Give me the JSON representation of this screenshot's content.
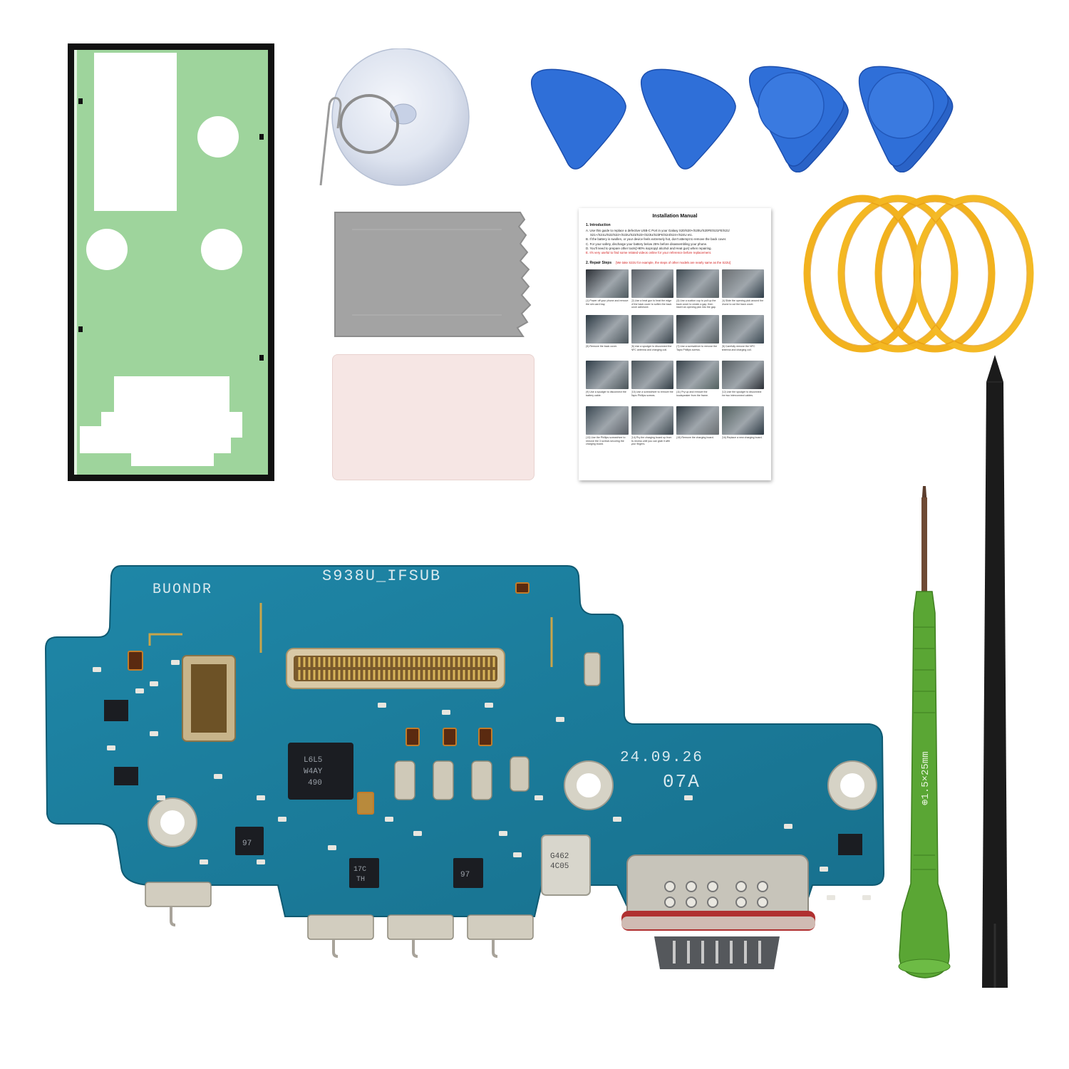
{
  "manual": {
    "title": "Installation Manual",
    "intro_heading": "1. Introduction",
    "intro_lines": [
      "A. Use this guide to replace a defective USB-C Port in your Galaxy S20/S20+/S20U/S20FE/S21FE/S21/",
      "S21+/S21U/S22/S22+/S22U/S23/S23+/S23U/S23FE/S24/S24+/S24U etc.",
      "B. If the battery is swollen, or your device feels extremely hot, don't attempt to remove the back cover.",
      "C. For your safety, discharge your battery below 25% before disassembling your phone.",
      "D. You'll need to prepare other tools(>90% isopropyl alcohol and Heat gun) when repairing.",
      "E. It's very useful to find some related videos online for your reference before replacement."
    ],
    "steps_heading": "2. Repair Steps",
    "steps_note": "[We take S22U for example, the steps of other models are nearly same as the S22U]",
    "step_captions": [
      "(1) Power off your phone and remove the sim card tray.",
      "(2) Use a heat gun to heat the edge of the back cover to soften the back cover adhesive.",
      "(3) Use a suction cup to pull up the back cover to create a gap, then insert an opening pick into the gap.",
      "(4) Slide the opening pick around the phone to cut the back cover.",
      "(5) Remove the back cover.",
      "(6) Use a spudger to disconnect the NFC antenna and charging coil.",
      "(7) Use a screwdriver to remove the Tapic Phillips screws.",
      "(8) Carefully remove the NFC antenna and charging coil.",
      "(9) Use a spudger to disconnect the battery cable.",
      "(10) Use a screwdriver to remove the Tapic Phillips screws.",
      "(11) Pry up and remove the loudspeaker from the frame.",
      "(12) Use the spudger to disconnect the two interconnect cables.",
      "(13) Use the Phillips screwdriver to remove the 3 screws securing the charging board.",
      "(14) Pry the charging board up from its recess until you can grab it with your fingers.",
      "(15) Remove the charging board.",
      "(16) Replace a new charging board."
    ]
  },
  "board": {
    "top_label": "S938U_IFSUB",
    "corner_label": "BUONDR",
    "date_code": "24.09.26",
    "rev_code": "07A",
    "chip1_lines": [
      "L6L5",
      "W4AY",
      "490"
    ],
    "chip2_lines": [
      "G462",
      "4C05"
    ],
    "chip3_lines": [
      "97"
    ],
    "chip4_lines": [
      "17C",
      "TH"
    ],
    "chip5_lines": [
      "97"
    ]
  },
  "screwdriver": {
    "size_label": "⊕1.5×25mm"
  },
  "colors": {
    "board_green": "#1e7fa0",
    "pick_blue": "#2f6fd8",
    "adhesive_green": "#9ed49c",
    "screwdriver_green": "#5aa634",
    "tape_yellow": "#f2b21e"
  }
}
